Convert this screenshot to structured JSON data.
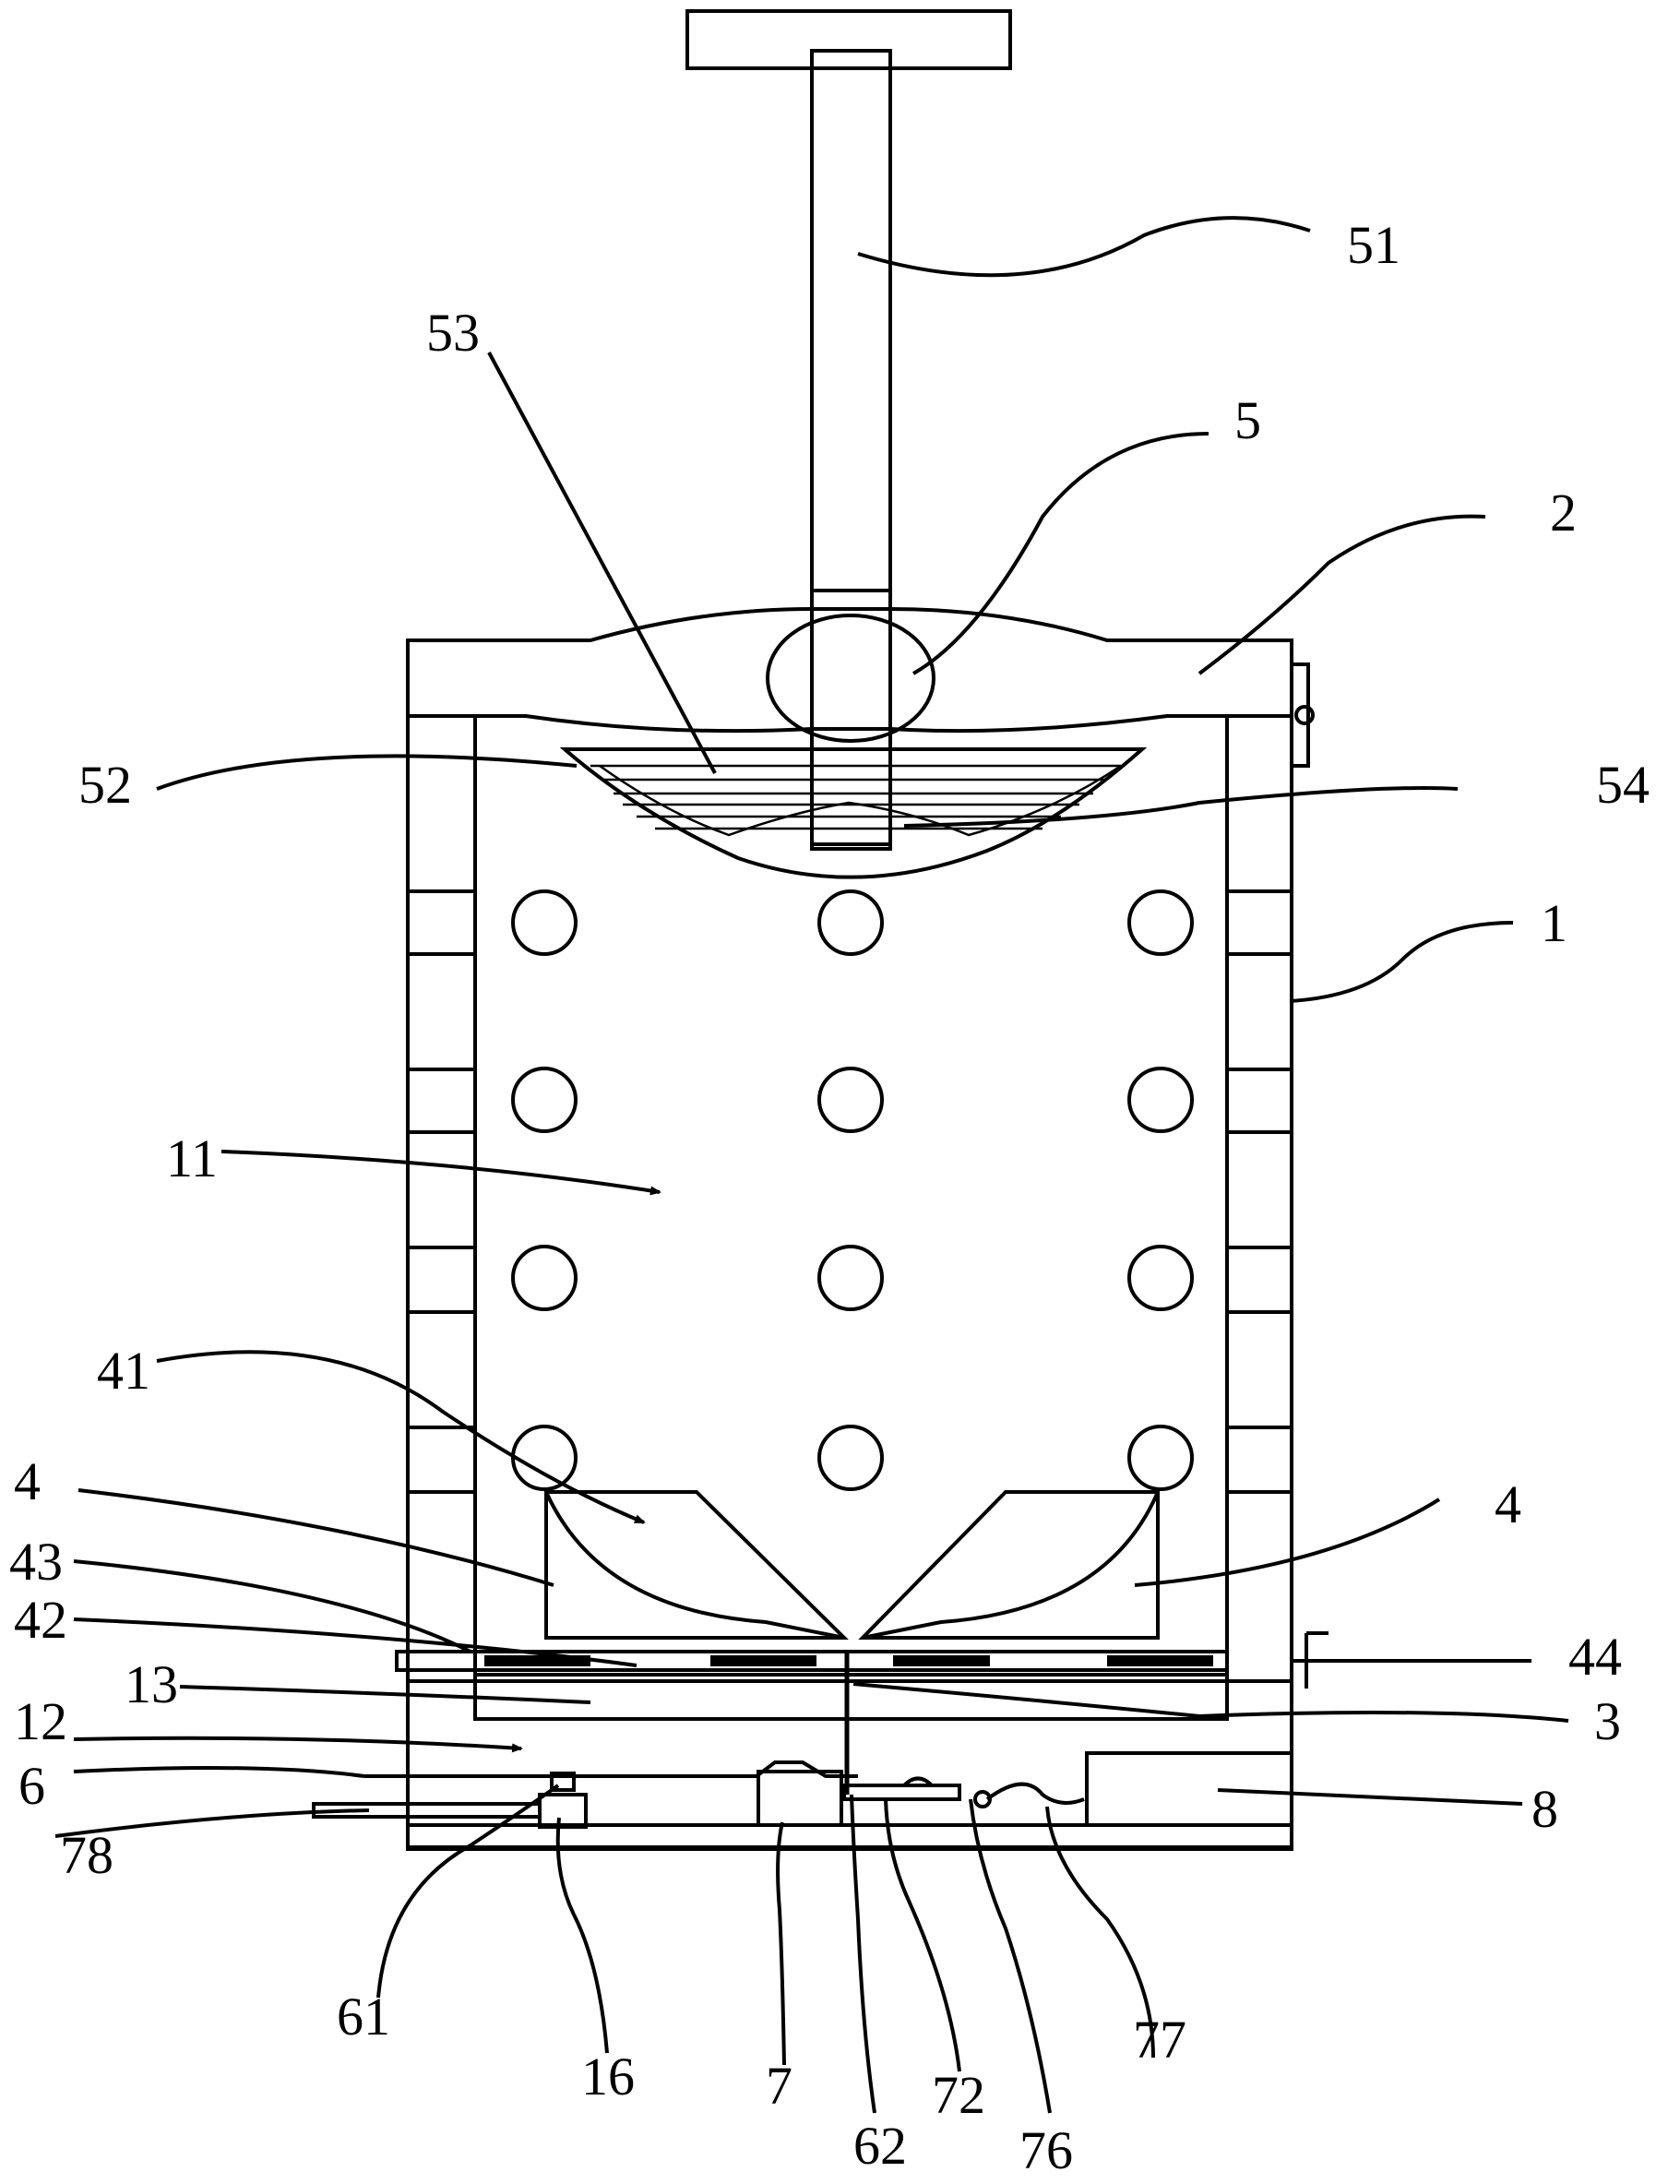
{
  "colors": {
    "line": "#000000",
    "background": "#ffffff"
  },
  "labels": {
    "l51": "51",
    "l53": "53",
    "l5": "5",
    "l2": "2",
    "l52": "52",
    "l54": "54",
    "l1": "1",
    "l11": "11",
    "l41": "41",
    "l4_left": "4",
    "l4_right": "4",
    "l43": "43",
    "l42": "42",
    "l44": "44",
    "l13": "13",
    "l3": "3",
    "l12": "12",
    "l6": "6",
    "l8": "8",
    "l78": "78",
    "l61": "61",
    "l16": "16",
    "l7": "7",
    "l62": "62",
    "l72": "72",
    "l76": "76",
    "l77": "77"
  }
}
